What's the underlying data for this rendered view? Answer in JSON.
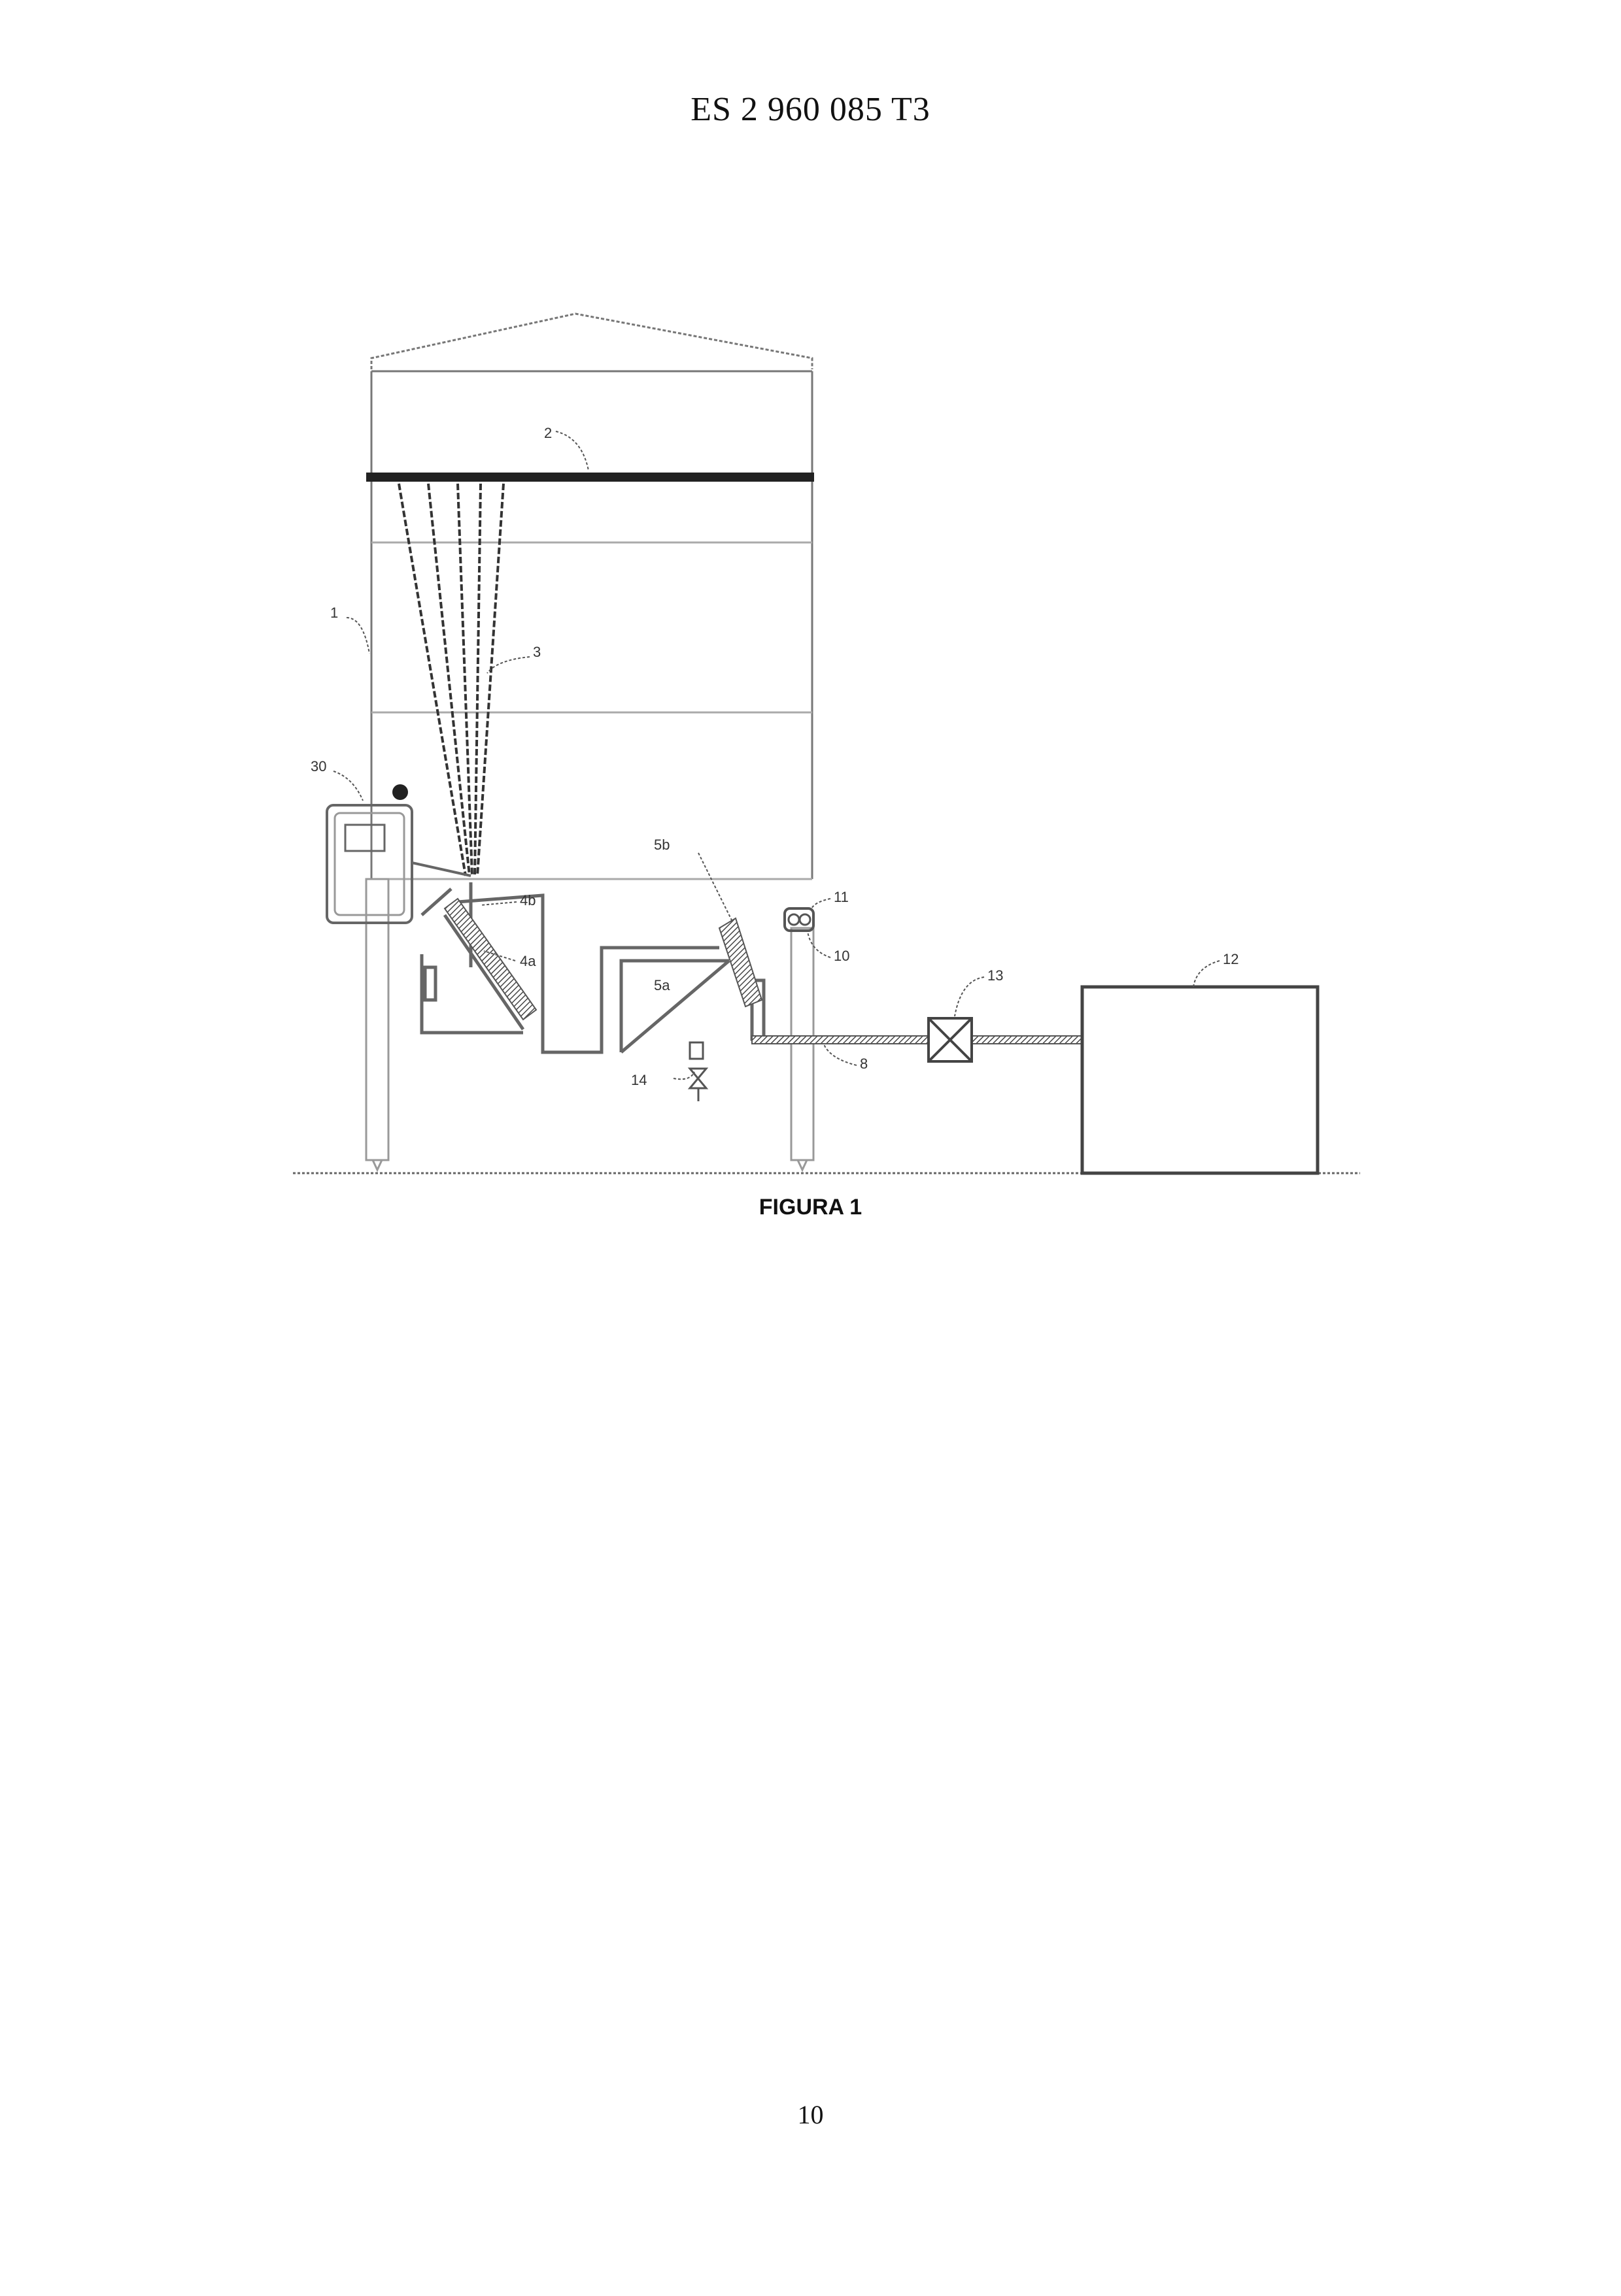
{
  "header": {
    "publication_number": "ES 2 960 085 T3"
  },
  "figure": {
    "caption": "FIGURA 1",
    "reference_labels": {
      "silo": "1",
      "level_bar": "2",
      "cables": "3",
      "hopper_label_4b": "4b",
      "hopper_label_4a": "4a",
      "hopper_label_5b": "5b",
      "hopper_label_5a": "5a",
      "pipe": "8",
      "sensor": "10",
      "sensor_cover": "11",
      "tank": "12",
      "valve": "13",
      "drain_valve": "14",
      "control_panel": "30"
    }
  },
  "footer": {
    "page_number": "10"
  }
}
